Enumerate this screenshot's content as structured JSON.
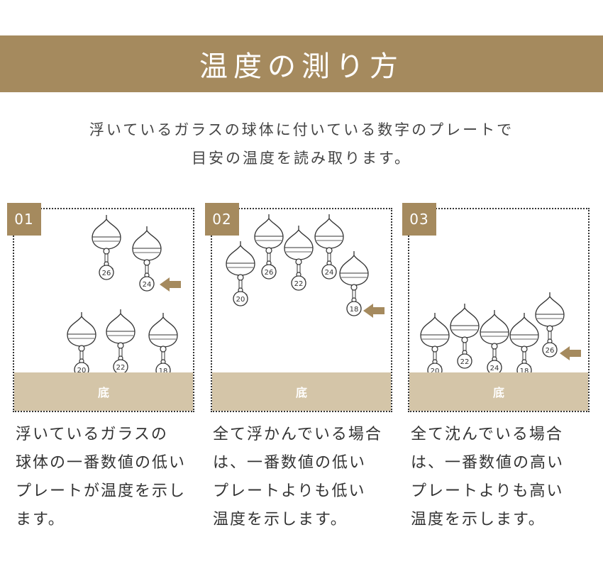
{
  "title": "温度の測り方",
  "intro": {
    "line1": "浮いているガラスの球体に付いている数字のプレートで",
    "line2": "目安の温度を読み取ります。"
  },
  "colors": {
    "brand": "#a58a5e",
    "floor": "#d4c5a8"
  },
  "panels": [
    {
      "number": "01",
      "floor_label": "底",
      "caption": [
        "浮いているガラスの",
        "球体の一番数値の低い",
        "プレートが温度を示し",
        "ます。"
      ],
      "bulbs": [
        {
          "label": "26",
          "state": "floating"
        },
        {
          "label": "24",
          "state": "floating",
          "indicated": true
        },
        {
          "label": "20",
          "state": "sunk"
        },
        {
          "label": "22",
          "state": "sunk"
        },
        {
          "label": "18",
          "state": "sunk"
        }
      ]
    },
    {
      "number": "02",
      "floor_label": "底",
      "caption": [
        "全て浮かんでいる場合",
        "は、一番数値の低い",
        "プレートよりも低い",
        "温度を示します。"
      ],
      "bulbs": [
        {
          "label": "20",
          "state": "floating"
        },
        {
          "label": "26",
          "state": "floating"
        },
        {
          "label": "22",
          "state": "floating"
        },
        {
          "label": "24",
          "state": "floating"
        },
        {
          "label": "18",
          "state": "floating",
          "indicated": true
        }
      ]
    },
    {
      "number": "03",
      "floor_label": "底",
      "caption": [
        "全て沈んでいる場合",
        "は、一番数値の高い",
        "プレートよりも高い",
        "温度を示します。"
      ],
      "bulbs": [
        {
          "label": "20",
          "state": "sunk"
        },
        {
          "label": "22",
          "state": "sunk"
        },
        {
          "label": "24",
          "state": "sunk"
        },
        {
          "label": "18",
          "state": "sunk"
        },
        {
          "label": "26",
          "state": "sunk",
          "indicated": true
        }
      ]
    }
  ]
}
